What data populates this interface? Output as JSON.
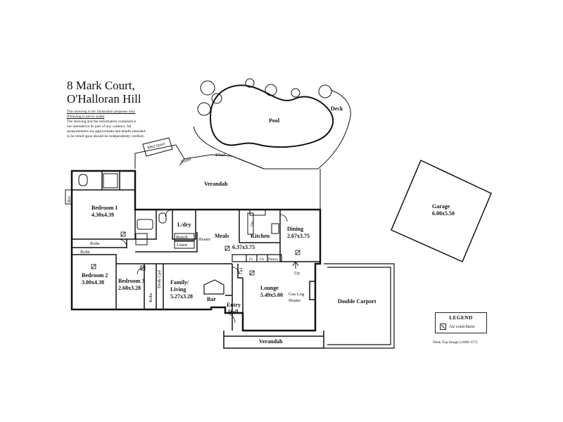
{
  "title": {
    "line1": "8 Mark Court,",
    "line2": "O'Halloran Hill"
  },
  "disclaimer": {
    "underlined": [
      "This drawing is for illustration purposes only",
      "(Drawing is not to scale)"
    ],
    "lines": [
      "The drawing and the information contained is",
      "not intended to be part of any contract. All",
      "measurements are approximate and details intended",
      "to be relied upon should be independently verified."
    ]
  },
  "rooms": {
    "pool": "Pool",
    "deck": "Deck",
    "bbq": "BBQ Space",
    "blind_left": "Blind",
    "blind_right": "Blind",
    "verandah_rear": "Verandah",
    "ret": "Ret",
    "bedroom1": {
      "name": "Bedroom 1",
      "size": "4.30x4.39"
    },
    "ldry": "L/dry",
    "bench": "Bench",
    "linen": "Linen",
    "heater_meals": "Heater",
    "meals": {
      "name": "Meals",
      "size": "6.37x3.75"
    },
    "kitchen": "Kitchen",
    "dw": "Dw",
    "dining": {
      "name": "Dining",
      "size": "2.67x3.75"
    },
    "robe1": "Robe",
    "robe2": "Robe",
    "bedroom2": {
      "name": "Bedroom 2",
      "size": "3.00x4.38"
    },
    "bedroom3": {
      "name": "Bedroom 3",
      "size": "2.68x3.28"
    },
    "robe3": "Robe",
    "desk_cpd": "Desk Cpd",
    "family": {
      "name": "Family/",
      "name2": "Living",
      "size": "5.27x3.28"
    },
    "bar": "Bar",
    "cpd": "Cpd",
    "fs": "Fs",
    "ov": "Ov",
    "pantry": "Pantry",
    "up": "Up",
    "lounge": {
      "name": "Lounge",
      "size": "5.49x5.00"
    },
    "gas_log": "Gas Log",
    "heater_lounge": "Heater",
    "entry": {
      "name": "Entry",
      "name2": "Hall"
    },
    "verandah_front": "Verandah",
    "carport": "Double Carport",
    "garage": {
      "name": "Garage",
      "size": "6.00x5.50"
    }
  },
  "legend": {
    "title": "LEGEND",
    "item": "Air cond ducts"
  },
  "footer": "Desk Top Image     (1008-157)"
}
